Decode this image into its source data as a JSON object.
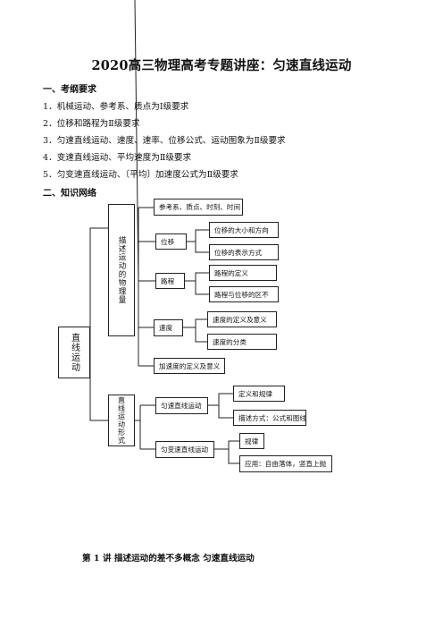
{
  "title": "2020高三物理高考专题讲座：匀速直线运动",
  "section1": {
    "heading": "一、考纲要求",
    "items": [
      "1．机械运动、参考系、质点为Ⅰ级要求",
      "2．位移和路程为Ⅱ级要求",
      "3．匀速直线运动、速度、速率、位移公式、运动图象为Ⅱ级要求",
      "4．变速直线运动、平均速度为Ⅱ级要求",
      "5．匀变速直线运动、〔平均〕加速度公式为Ⅱ级要求"
    ]
  },
  "section2": {
    "heading": "二、知识网络"
  },
  "network": {
    "root": "直线运动",
    "describe_group": "描述运动的物理量",
    "forms_group": "直线运动形式",
    "ref": "参考系、质点、时刻、时间",
    "displacement": "位移",
    "disp_children": [
      "位移的大小和方向",
      "位移的表示方式"
    ],
    "path": "路程",
    "path_children": [
      "路程的定义",
      "路程与位移的区不"
    ],
    "velocity": "速度",
    "vel_children": [
      "速度的定义及意义",
      "速度的分类"
    ],
    "acceleration": "加速度的定义及意义",
    "uniform": "匀速直线运动",
    "uniform_children": [
      "定义和规律",
      "描述方式：公式和图线"
    ],
    "uniform_acc": "匀变速直线运动",
    "uniform_acc_children": [
      "规律",
      "应用：自由落体，竖直上抛"
    ]
  },
  "lesson": "第 1 讲  描述运动的差不多概念    匀速直线运动"
}
